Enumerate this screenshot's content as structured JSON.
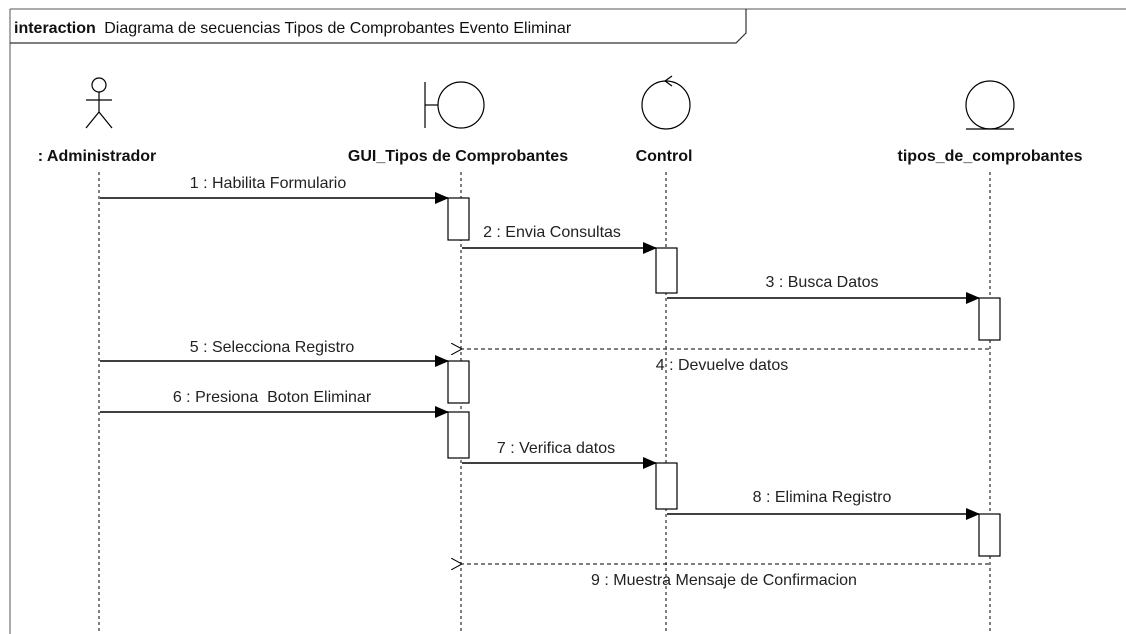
{
  "frame": {
    "keyword": "interaction",
    "title": "Diagrama de secuencias Tipos de Comprobantes Evento Eliminar"
  },
  "lifelines": [
    {
      "id": "admin",
      "kind": "actor",
      "label": ": Administrador"
    },
    {
      "id": "gui",
      "kind": "boundary",
      "label": "GUI_Tipos de Comprobantes"
    },
    {
      "id": "control",
      "kind": "control",
      "label": "Control"
    },
    {
      "id": "entity",
      "kind": "entity",
      "label": "tipos_de_comprobantes"
    }
  ],
  "messages": [
    {
      "label": "1 : Habilita Formulario",
      "from": "admin",
      "to": "gui",
      "kind": "sync"
    },
    {
      "label": "2 : Envia Consultas",
      "from": "gui",
      "to": "control",
      "kind": "sync"
    },
    {
      "label": "3 : Busca Datos",
      "from": "control",
      "to": "entity",
      "kind": "sync"
    },
    {
      "label": "4 : Devuelve datos",
      "from": "entity",
      "to": "gui",
      "kind": "reply"
    },
    {
      "label": "5 : Selecciona Registro",
      "from": "admin",
      "to": "gui",
      "kind": "sync"
    },
    {
      "label": "6 : Presiona  Boton Eliminar",
      "from": "admin",
      "to": "gui",
      "kind": "sync"
    },
    {
      "label": "7 : Verifica datos",
      "from": "gui",
      "to": "control",
      "kind": "sync"
    },
    {
      "label": "8 : Elimina Registro",
      "from": "control",
      "to": "entity",
      "kind": "sync"
    },
    {
      "label": "9 : Muestra Mensaje de Confirmacion",
      "from": "entity",
      "to": "gui",
      "kind": "reply"
    }
  ]
}
